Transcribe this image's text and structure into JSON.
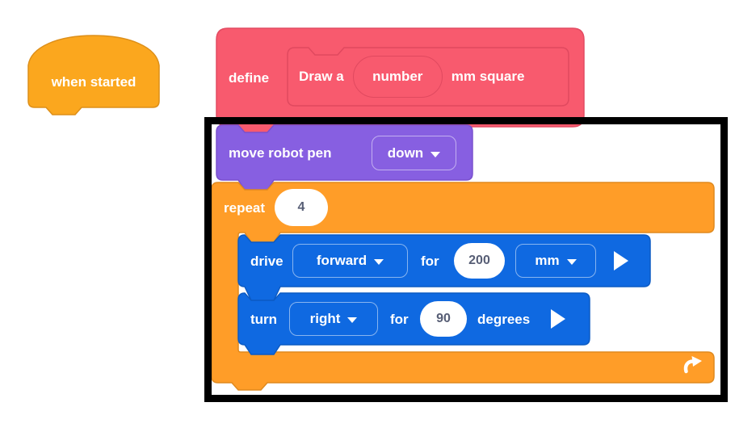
{
  "window": {
    "background": "#ffffff"
  },
  "colors": {
    "when_started_fill": "#FBA71E",
    "when_started_stroke": "#DD8F19",
    "define_fill": "#F85A6E",
    "define_stroke": "#E0495F",
    "pen_fill": "#875FE1",
    "pen_stroke": "#7A50CE",
    "control_fill": "#FF9D28",
    "control_stroke": "#E08A1E",
    "drivetrain_fill": "#0F69E1",
    "drivetrain_stroke": "#0C5BC4",
    "value_text": "#575E75",
    "selection_border": "#000000"
  },
  "icons": {
    "dropdown_caret": "triangle-down",
    "expand_arrow": "triangle-right",
    "loop_arrow": "curved-rotate-arrow"
  },
  "blocks": {
    "when_started": {
      "label": "when started"
    },
    "define": {
      "keyword": "define",
      "prototype": {
        "text_before": "Draw a",
        "parameter": "number",
        "text_after": "mm square"
      }
    },
    "move_robot_pen": {
      "label": "move robot pen",
      "selected_option": "down"
    },
    "repeat": {
      "label": "repeat",
      "times": "4"
    },
    "drive": {
      "label": "drive",
      "selected_direction": "forward",
      "for_label": "for",
      "distance": "200",
      "selected_unit": "mm"
    },
    "turn": {
      "label": "turn",
      "selected_direction": "right",
      "for_label": "for",
      "angle": "90",
      "unit_label": "degrees"
    }
  }
}
